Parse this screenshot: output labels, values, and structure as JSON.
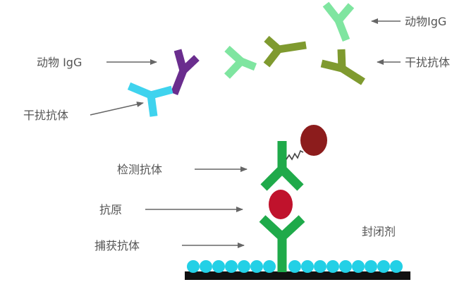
{
  "labels": {
    "animal_igg_top_right": "动物IgG",
    "animal_igg_left": "动物 IgG",
    "interfering_ab_right": "干扰抗体",
    "interfering_ab_left": "干扰抗体",
    "detection_ab": "检测抗体",
    "antigen": "抗原",
    "capture_ab": "捕获抗体",
    "blocking_agent": "封闭剂"
  },
  "colors": {
    "igg_purple": "#6a2d8e",
    "interfering_cyan": "#3fd3ee",
    "light_green": "#7fe5a0",
    "olive_green": "#7f9a2f",
    "assay_green": "#1faa4a",
    "antigen_red": "#c0122c",
    "label_dark_red": "#8c1c1c",
    "blocking_cyan": "#23d0e6",
    "plate_black": "#111111",
    "arrow_gray": "#666666",
    "text_gray": "#555555"
  }
}
